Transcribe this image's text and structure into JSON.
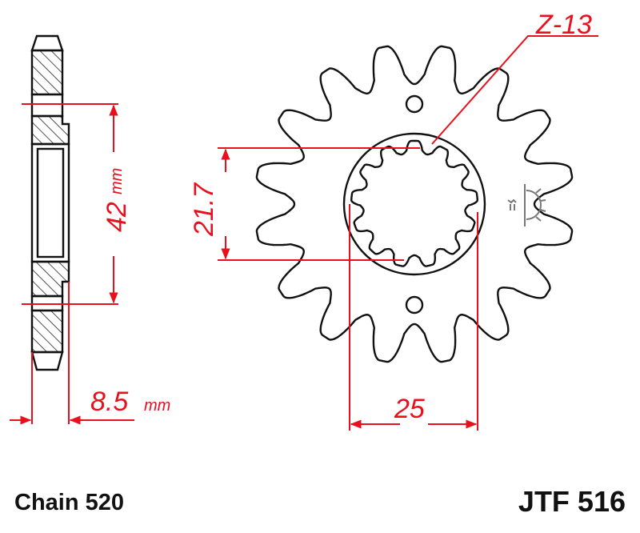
{
  "drawing": {
    "spline_label": "Z-13",
    "dim_height": "21.7",
    "dim_width": "25",
    "dim_pcd": "42",
    "dim_pcd_unit": "mm",
    "dim_thickness": "8.5",
    "dim_thickness_unit": "mm",
    "teeth": 16,
    "splines": 13,
    "annotation_color": "#e8101c"
  },
  "footer": {
    "chain": "Chain 520",
    "part_number": "JTF 516"
  }
}
